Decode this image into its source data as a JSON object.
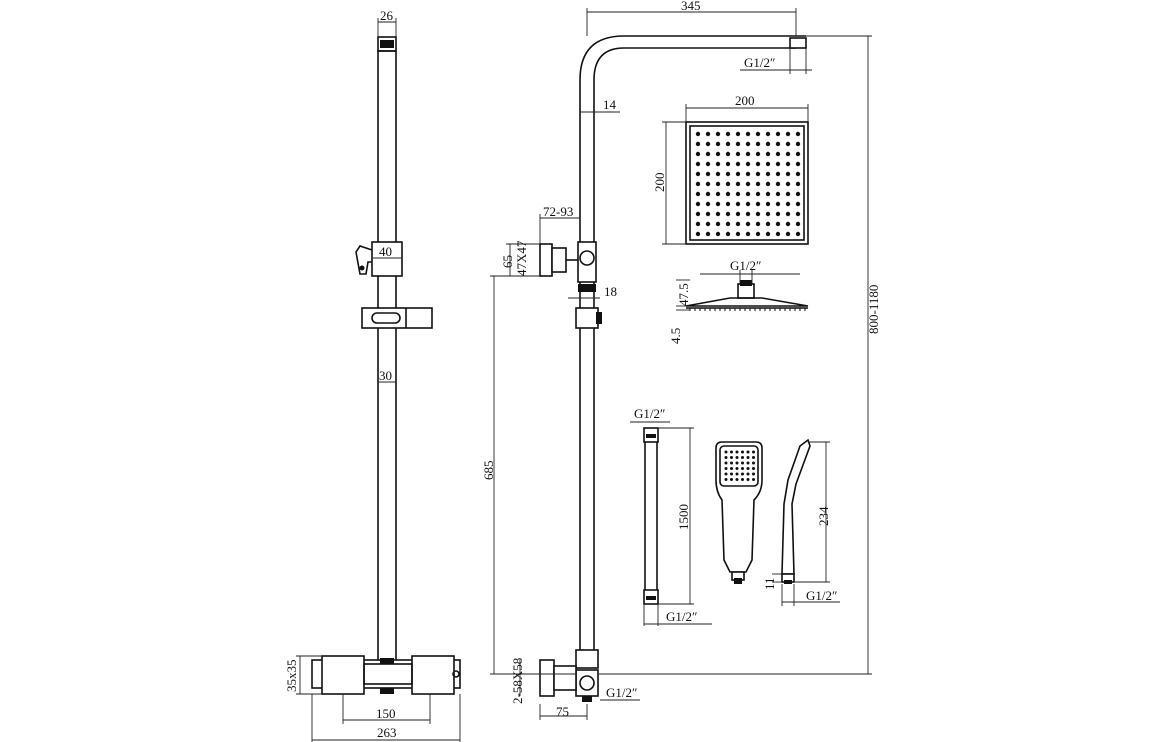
{
  "labels": {
    "riser_rail_width": "26",
    "riser_holder_width": "40",
    "riser_pipe_width": "30",
    "valve_height": "35x35",
    "valve_centres": "150",
    "valve_length": "263",
    "arm_length": "345",
    "arm_outlet_thread": "G1/2″",
    "arm_pipe_diameter": "14",
    "bracket_offset": "72-93",
    "bracket_height": "65",
    "bracket_plate": "47X47",
    "slider_size": "18",
    "lower_bracket_height": "685",
    "total_height": "800-1180",
    "inlet_plate": "2-58X58",
    "inlet_centres": "75",
    "inlet_thread": "G1/2″",
    "head_width": "200",
    "head_depth": "200",
    "head_thread": "G1/2″",
    "head_profile_height": "47.5",
    "head_plate_thickness": "4.5",
    "hose_top_thread": "G1/2″",
    "hose_length": "1500",
    "hose_bottom_thread": "G1/2″",
    "handset_length": "234",
    "handset_thread_length": "11",
    "handset_thread": "G1/2″"
  }
}
